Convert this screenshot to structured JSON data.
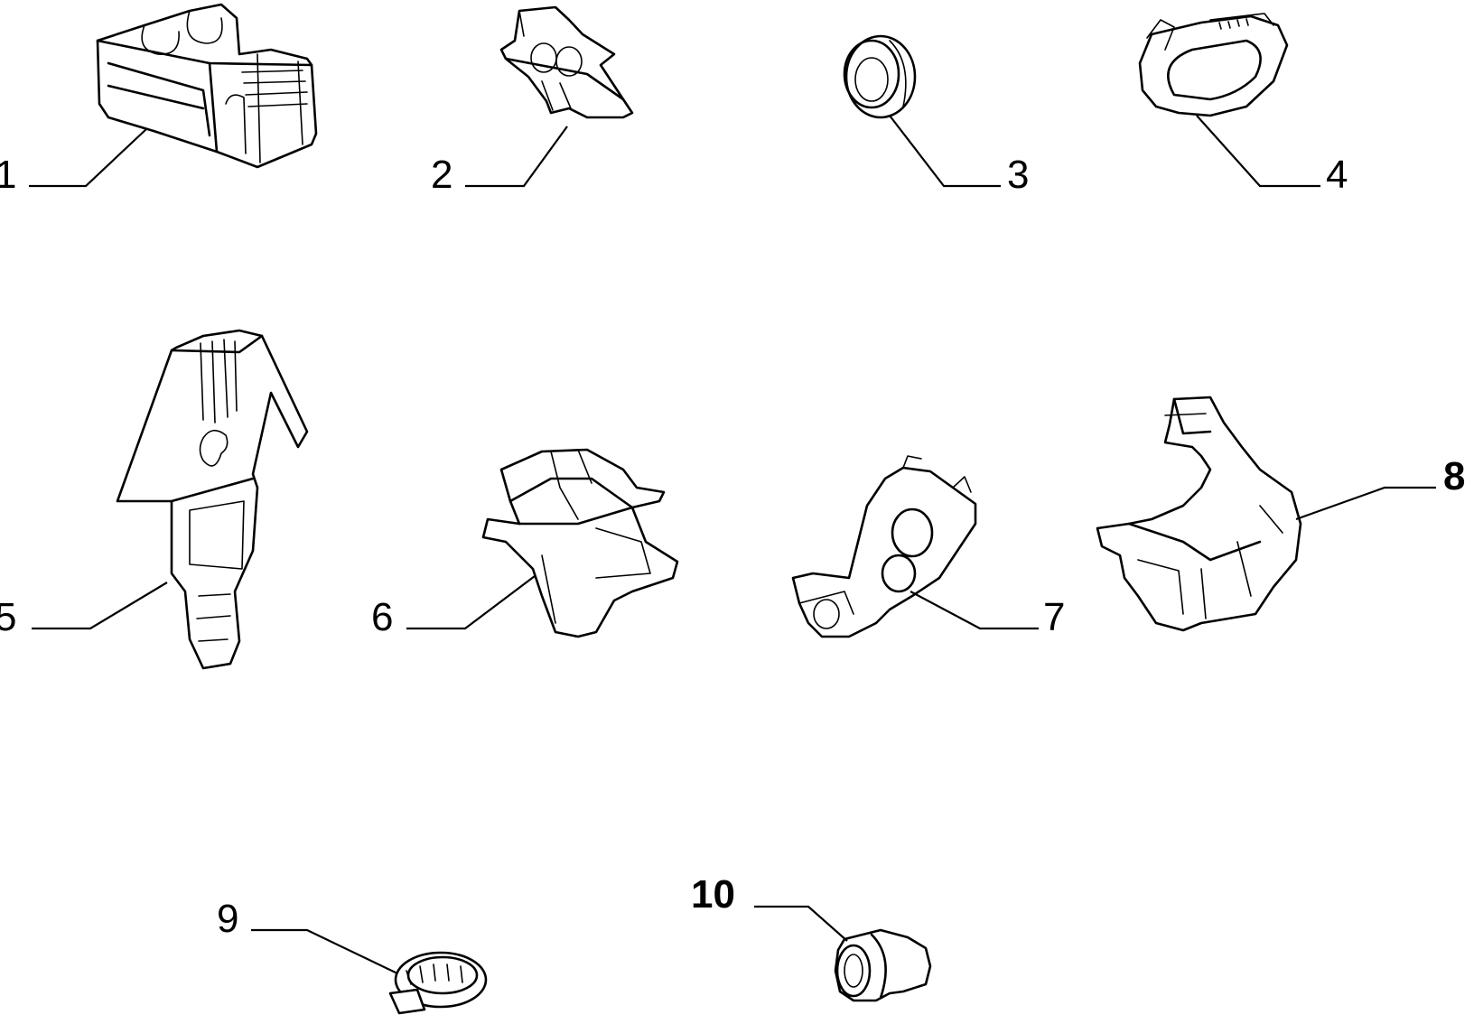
{
  "parts": [
    {
      "id": "part-1",
      "label": "1"
    },
    {
      "id": "part-2",
      "label": "2"
    },
    {
      "id": "part-3",
      "label": "3"
    },
    {
      "id": "part-4",
      "label": "4"
    },
    {
      "id": "part-5",
      "label": "5"
    },
    {
      "id": "part-6",
      "label": "6"
    },
    {
      "id": "part-7",
      "label": "7"
    },
    {
      "id": "part-8",
      "label": "8"
    },
    {
      "id": "part-9",
      "label": "9"
    },
    {
      "id": "part-10",
      "label": "10"
    }
  ]
}
